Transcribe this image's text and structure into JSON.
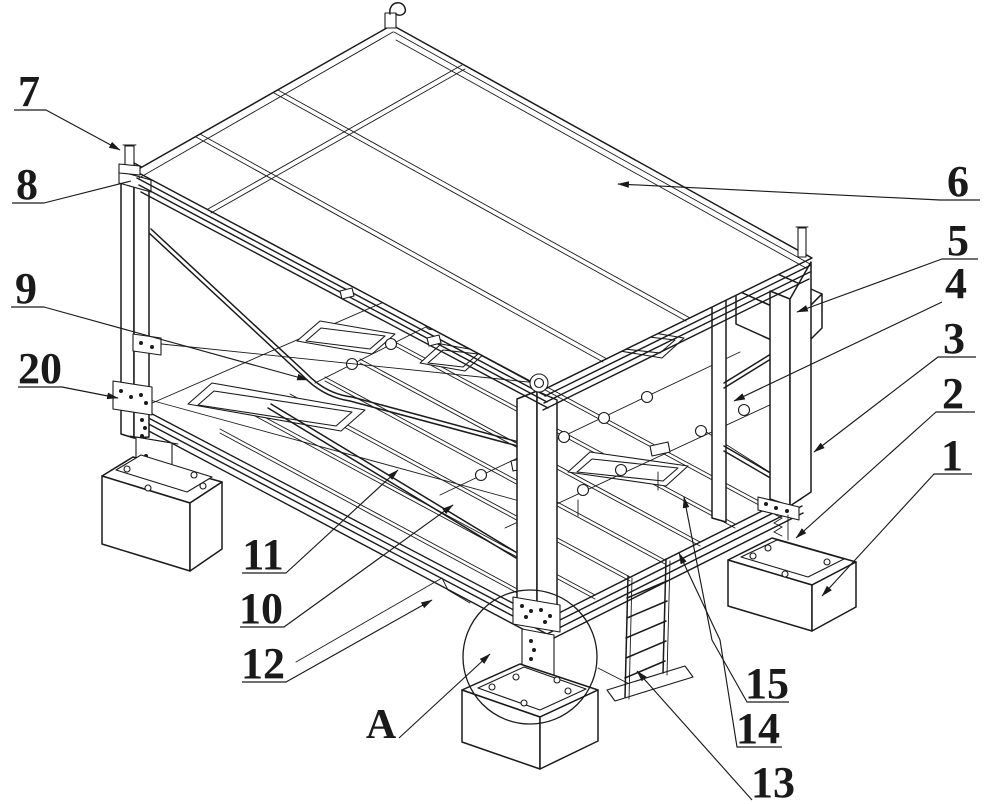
{
  "figure": {
    "background": "#ffffff",
    "line_color": "#1a1a1a",
    "detail_marker": "A",
    "labels": {
      "1": "1",
      "2": "2",
      "3": "3",
      "4": "4",
      "5": "5",
      "6": "6",
      "7": "7",
      "8": "8",
      "9": "9",
      "10": "10",
      "11": "11",
      "12": "12",
      "13": "13",
      "14": "14",
      "15": "15",
      "20": "20"
    }
  }
}
